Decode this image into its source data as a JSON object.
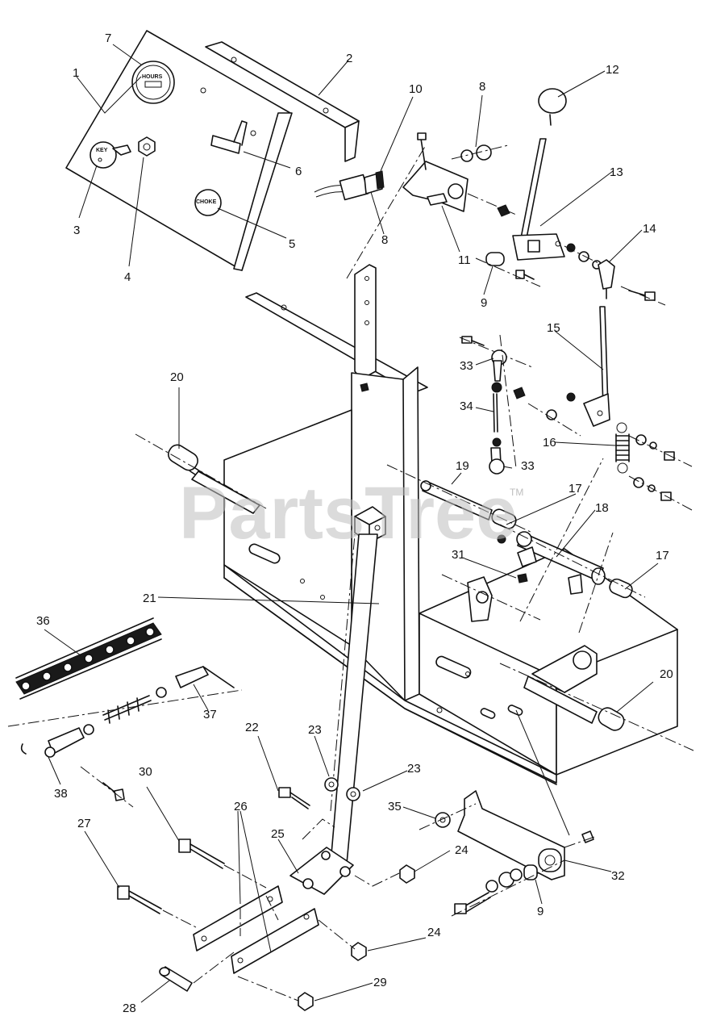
{
  "watermark": {
    "text": "PartsTree",
    "tm": "TM"
  },
  "panel_text": {
    "hours": "HOURS",
    "key": "KEY",
    "choke": "CHOKE"
  },
  "callouts": {
    "c1": "1",
    "c2": "2",
    "c3": "3",
    "c4": "4",
    "c5": "5",
    "c6": "6",
    "c7": "7",
    "c8a": "8",
    "c8b": "8",
    "c9a": "9",
    "c9b": "9",
    "c10": "10",
    "c11": "11",
    "c12": "12",
    "c13": "13",
    "c14": "14",
    "c15": "15",
    "c16": "16",
    "c17a": "17",
    "c17b": "17",
    "c18": "18",
    "c19": "19",
    "c20a": "20",
    "c20b": "20",
    "c21": "21",
    "c22": "22",
    "c23a": "23",
    "c23b": "23",
    "c24a": "24",
    "c24b": "24",
    "c25": "25",
    "c26": "26",
    "c27": "27",
    "c28": "28",
    "c29": "29",
    "c30": "30",
    "c31": "31",
    "c32": "32",
    "c33a": "33",
    "c33b": "33",
    "c34": "34",
    "c35": "35",
    "c36": "36",
    "c37": "37",
    "c38": "38"
  }
}
